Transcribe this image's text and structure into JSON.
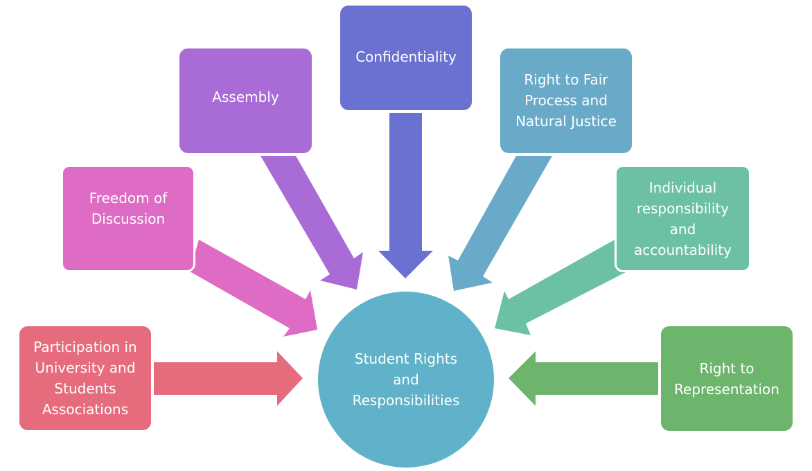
{
  "diagram": {
    "title": "Student Rights and Responsibilities",
    "center": {
      "label": "Student Rights\nand\nResponsibilities",
      "color": "#5fb2c9"
    },
    "nodes": [
      {
        "id": "participation",
        "label": "Participation in\nUniversity and\nStudents\nAssociations",
        "color": "#e56b7d"
      },
      {
        "id": "freedom-of-discussion",
        "label": "Freedom of\nDiscussion",
        "color": "#de6bc4"
      },
      {
        "id": "assembly",
        "label": "Assembly",
        "color": "#a96bd6"
      },
      {
        "id": "confidentiality",
        "label": "Confidentiality",
        "color": "#6a71d1"
      },
      {
        "id": "fair-process",
        "label": "Right to Fair\nProcess and\nNatural Justice",
        "color": "#68aac8"
      },
      {
        "id": "individual-responsibility",
        "label": "Individual\nresponsibility\nand\naccountability",
        "color": "#6cc1a3"
      },
      {
        "id": "representation",
        "label": "Right to\nRepresentation",
        "color": "#6db56d"
      }
    ],
    "edges": [
      {
        "from": "participation",
        "to": "center"
      },
      {
        "from": "freedom-of-discussion",
        "to": "center"
      },
      {
        "from": "assembly",
        "to": "center"
      },
      {
        "from": "confidentiality",
        "to": "center"
      },
      {
        "from": "fair-process",
        "to": "center"
      },
      {
        "from": "individual-responsibility",
        "to": "center"
      },
      {
        "from": "representation",
        "to": "center"
      }
    ]
  }
}
